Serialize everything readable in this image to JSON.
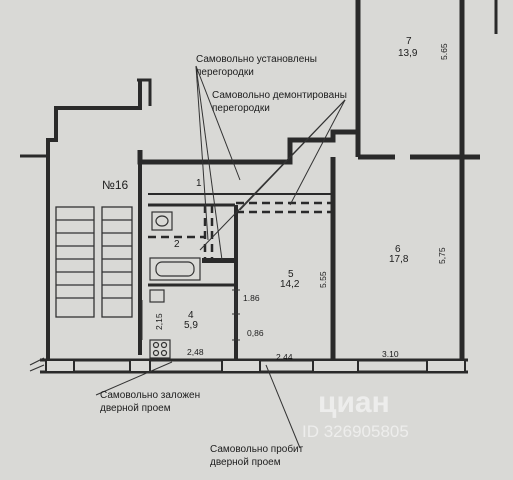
{
  "annotations": {
    "installed_partitions": "Самовольно установлены\nперегородки",
    "removed_partitions": "Самовольно демонтированы\nперегородки",
    "blocked_doorway": "Самовольно заложен\nдверной проем",
    "punched_doorway": "Самовольно пробит\nдверной проем"
  },
  "stair_label": "№16",
  "rooms": [
    {
      "num": "1",
      "area": ""
    },
    {
      "num": "2",
      "area": ""
    },
    {
      "num": "4",
      "area": "5,9"
    },
    {
      "num": "5",
      "area": "14,2"
    },
    {
      "num": "6",
      "area": "17,8"
    },
    {
      "num": "7",
      "area": "13,9"
    }
  ],
  "dimensions": [
    "5.65",
    "5,75",
    "5.55",
    "2,15",
    "1.86",
    "0,86",
    "2,48",
    "2.44",
    "3.10"
  ],
  "watermark": {
    "brand": "циан",
    "id": "ID 326905805"
  }
}
